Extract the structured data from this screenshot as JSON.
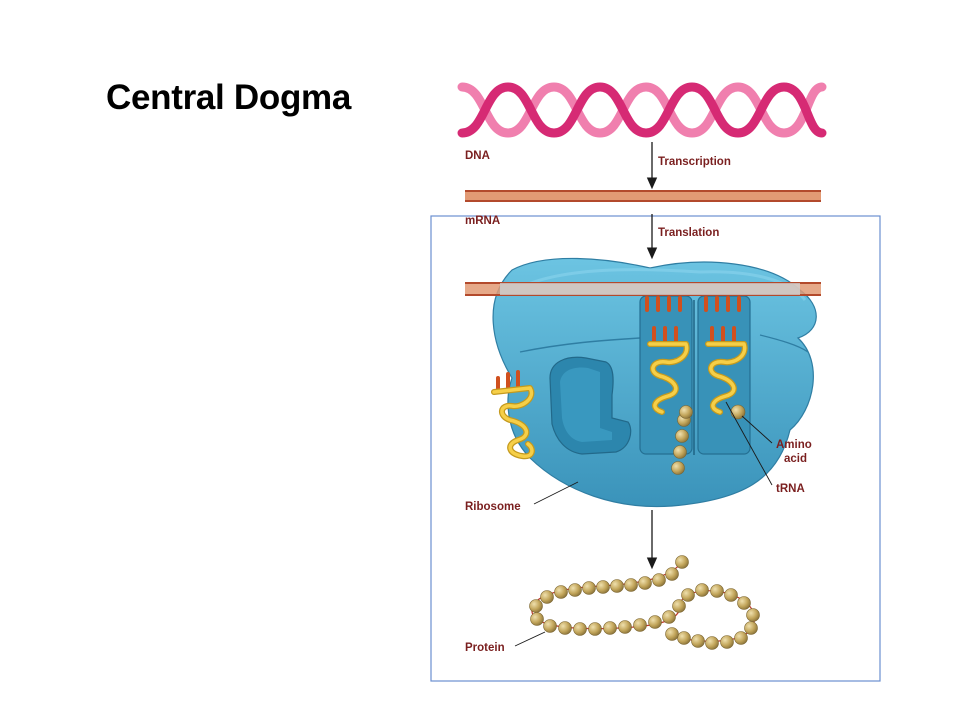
{
  "slide": {
    "title": "Central Dogma"
  },
  "diagram": {
    "labels": {
      "dna": "DNA",
      "transcription": "Transcription",
      "mrna": "mRNA",
      "translation": "Translation",
      "amino_line1": "Amino",
      "amino_line2": "acid",
      "trna": "tRNA",
      "ribosome": "Ribosome",
      "protein": "Protein"
    },
    "colors": {
      "dna": "#e0337e",
      "mrna": "#d9825a",
      "ribosome": "#4aaed0",
      "trna": "#f2c23a",
      "amino_acid": "#c2a55a",
      "label": "#7a1f1f",
      "frame": "#6b8fd0"
    }
  }
}
